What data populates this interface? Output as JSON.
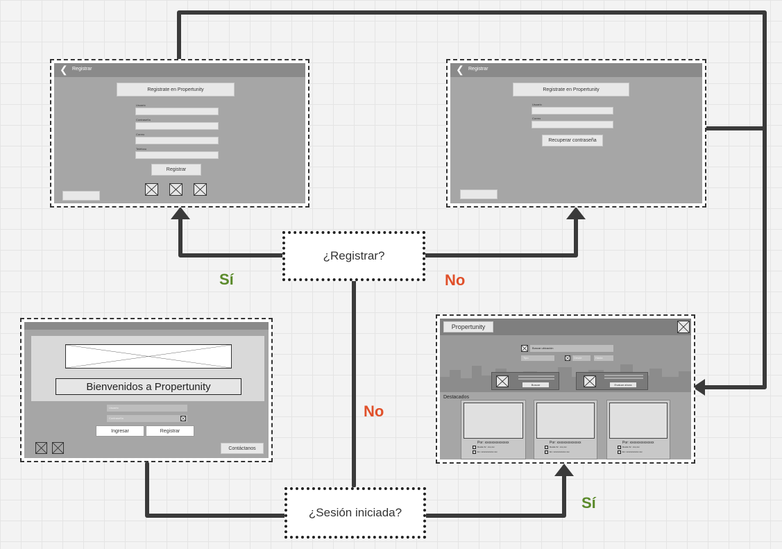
{
  "colors": {
    "yes": "#5a8a2a",
    "no": "#e0502a",
    "connector": "#3a3a3a"
  },
  "register_screen": {
    "title": "Registrar",
    "header": "Registrate en Propertunity",
    "fields": [
      "Usuario",
      "Contraseña",
      "Correo",
      "Teléfono"
    ],
    "button": "Registrar"
  },
  "recover_screen": {
    "title": "Registrar",
    "header": "Registrate en Propertunity",
    "fields": [
      "Usuario",
      "Correo"
    ],
    "button": "Recuperar contraseña"
  },
  "welcome_screen": {
    "welcome": "Bienvenidos a Propertunity",
    "user_placeholder": "Usuario",
    "pass_placeholder": "Contraseña",
    "login_button": "Ingresar",
    "register_button": "Registrar",
    "contact_button": "Contáctanos"
  },
  "home_screen": {
    "brand": "Propertunity",
    "search_label": "Buscar ubicación",
    "filter_1": "Tipo",
    "filter_2": "Desde",
    "filter_3": "Hasta",
    "card_left_button": "Buscar",
    "card_right_button": "Evaluar ahora",
    "featured": "Destacados",
    "listings": [
      {
        "by": "Por: xxxxxxxxxxxxxx",
        "line1": "Desde S/.: xxx,xxx",
        "line2": "En: xxxxxxxxxxxx xxx"
      },
      {
        "by": "Por: xxxxxxxxxxxxxx",
        "line1": "Desde S/.: xxx,xxx",
        "line2": "En: xxxxxxxxxxxx xxx"
      },
      {
        "by": "Por: xxxxxxxxxxxxxx",
        "line1": "Desde S/.: xxx,xxx",
        "line2": "En: xxxxxxxxxxxx xxx"
      }
    ]
  },
  "decisions": {
    "register": "¿Registrar?",
    "session": "¿Sesión iniciada?"
  },
  "labels": {
    "si": "Sí",
    "no": "No"
  }
}
